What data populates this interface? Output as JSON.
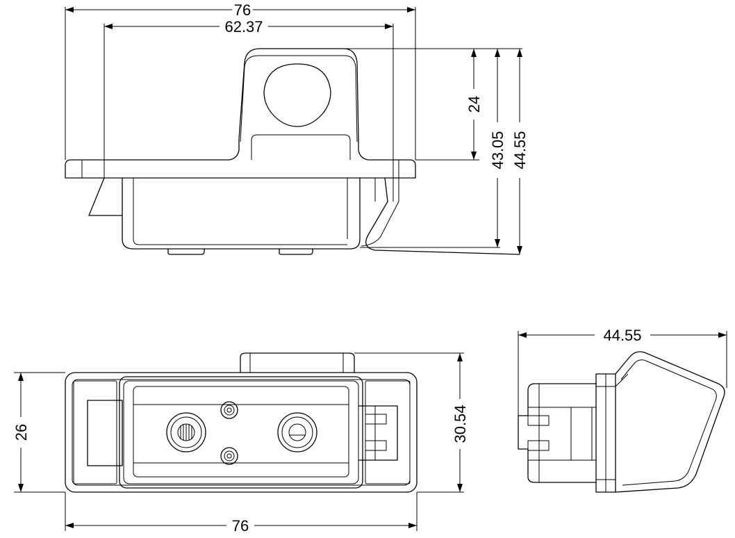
{
  "drawing": {
    "line_color": "#000000",
    "background": "#ffffff",
    "views": {
      "front_view": {
        "dims": {
          "overall_width": "76",
          "mount_hole_span": "62.37",
          "lens_housing_height": "24",
          "body_height": "43.05",
          "overall_height": "44.55"
        }
      },
      "top_view": {
        "dims": {
          "width": "76",
          "depth": "26",
          "depth_with_housing": "30.54"
        }
      },
      "side_view": {
        "dims": {
          "overall_height": "44.55"
        }
      }
    }
  }
}
